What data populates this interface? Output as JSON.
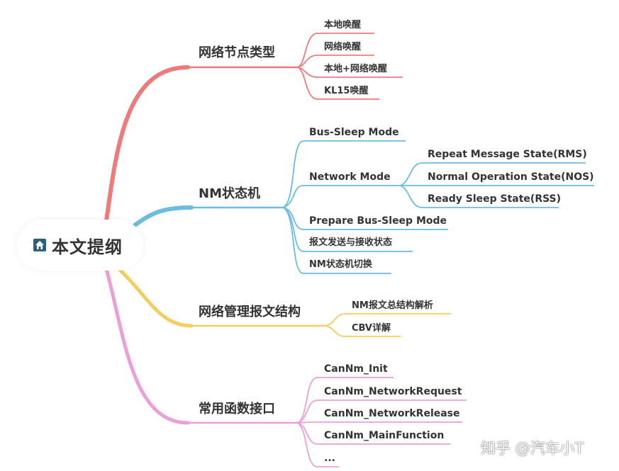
{
  "root": {
    "label": "本文提纲",
    "icon": "home-icon"
  },
  "colors": {
    "red": "#ee7b7b",
    "blue": "#6bbce0",
    "yellow": "#f3cd5f",
    "pink": "#ea9fd7"
  },
  "branches": [
    {
      "label": "网络节点类型",
      "children": [
        "本地唤醒",
        "网络唤醒",
        "本地+网络唤醒",
        "KL15唤醒"
      ]
    },
    {
      "label": "NM状态机",
      "children": [
        {
          "label": "Bus-Sleep Mode"
        },
        {
          "label": "Network Mode",
          "children": [
            "Repeat Message State(RMS)",
            "Normal Operation State(NOS)",
            "Ready Sleep State(RSS)"
          ]
        },
        {
          "label": "Prepare Bus-Sleep Mode"
        },
        {
          "label": "报文发送与接收状态"
        },
        {
          "label": "NM状态机切换"
        }
      ]
    },
    {
      "label": "网络管理报文结构",
      "children": [
        "NM报文总结构解析",
        "CBV详解"
      ]
    },
    {
      "label": "常用函数接口",
      "children": [
        "CanNm_Init",
        "CanNm_NetworkRequest",
        "CanNm_NetworkRelease",
        "CanNm_MainFunction",
        "..."
      ]
    }
  ],
  "watermark": "知乎 @汽车小T"
}
